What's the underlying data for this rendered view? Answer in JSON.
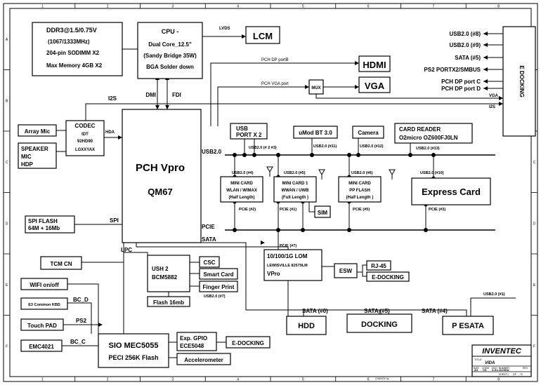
{
  "border": {
    "columns": [
      "1",
      "2",
      "3",
      "4",
      "5",
      "6",
      "7",
      "8"
    ],
    "rows": [
      "A",
      "B",
      "C",
      "D",
      "E",
      "F"
    ]
  },
  "blocks": {
    "ddr3": [
      "DDR3@1.5/0.75V",
      "(1067/1333MHz)",
      "204-pin SODIMM X2",
      "Max Memory 4GB X2"
    ],
    "cpu": [
      "CPU -",
      "Dual Core_12.5\"",
      "(Sandy Bridge 35W)",
      "BGA Solder down"
    ],
    "lcm": "LCM",
    "hdmi": "HDMI",
    "vga": "VGA",
    "mux": "MUX",
    "edocking_right": "E DOCKING",
    "codec": [
      "CODEC",
      "IDT",
      "92HD90",
      "LGXXYAX"
    ],
    "array_mic": "Array Mic",
    "speaker": [
      "SPEAKER",
      "MIC",
      "HDP"
    ],
    "pch": [
      "PCH Vpro",
      "QM67"
    ],
    "usb_port": [
      "USB",
      "PORT X 2"
    ],
    "umod_bt": "uMod BT 3.0",
    "camera": "Camera",
    "card_reader": [
      "CARD READER",
      "O2micro OZ600FJ0LN"
    ],
    "mini_card_wlan": [
      "MINI CARD",
      "WLAN / WIMAX",
      "(Half Length)"
    ],
    "mini_card_wwan": [
      "MINI CARD 1",
      "WWAN / UWB",
      "(Full Length )"
    ],
    "mini_card_pp": [
      "MINI CARD",
      "PP FLASH",
      "(Half Length )"
    ],
    "sim": "SIM",
    "express_card": "Express Card",
    "spi_flash": [
      "SPI  FLASH",
      "64M + 16Mb"
    ],
    "tcm": "TCM  CN",
    "lom": [
      "10/100/1G LOM",
      "LEWISVILLE 82579LM",
      "VPro"
    ],
    "esw": "ESW",
    "rj45": "RJ-45",
    "edocking_lom": "E-DOCKING",
    "ush": [
      "USH 2",
      "BCM5882"
    ],
    "csc": "CSC",
    "smart_card": "Smart Card",
    "finger_print": "Finger Print",
    "flash16": "Flash 16mb",
    "wifi": "WIFI on/off",
    "kbd": "E3 Common KBD",
    "touchpad": "Touch PAD",
    "emc": "EMC4021",
    "sio": [
      "SIO MEC5055",
      "PECI 256K Flash"
    ],
    "exp_gpio": [
      "Exp. GPIO",
      "ECE5048"
    ],
    "edocking_gpio": "E-DOCKING",
    "accelerometer": "Accelerometer",
    "hdd": "HDD",
    "docking": "DOCKING",
    "p_esata": "P ESATA"
  },
  "signals": {
    "lvds": "LVDS",
    "pch_dp_portb": "PCH DP portB",
    "pch_vga_port": "PCH VGA port",
    "dmi": "DMI",
    "fdi": "FDI",
    "i2s_left": "I2S",
    "i2s_right": "I2S",
    "vga_right": "VGA",
    "hda": "HDA",
    "usb20": "USB2.0",
    "pcie": "PCIE",
    "sata": "SATA",
    "spi": "SPI",
    "lpc": "LPC",
    "bc_d": "BC_D",
    "ps2": "PS2",
    "bc_c": "BC_C",
    "usb_2_3": "USB2.0 (# 2 #3)",
    "usb_11": "USB2.0 (#11)",
    "usb_12": "USB2.0 (#12)",
    "usb_13": "USB2.0 (#13)",
    "usb_4": "USB2.0 (#4)",
    "usb_5": "USB2.0 (#5)",
    "usb_6": "USB2.0 (#6)",
    "usb_10": "USB2.0 (#10)",
    "pcie_2": "PCIE (#2)",
    "pcie_1": "PCIE (#1)",
    "pcie_5": "PCIE (#5)",
    "pcie_3": "PCIE (#3)",
    "pcie_7": "PCIE (#7)",
    "usb_7": "USB2.0 (#7)",
    "usb_1": "USB2.0 (#1)",
    "sata_0": "SATA (#0)",
    "sata_5": "SATA (#5)",
    "sata_4": "SATA (#4)",
    "dock_usb8": "USB2.0 (#8)",
    "dock_usb9": "USB2.0 (#9)",
    "dock_sata5": "SATA (#5)",
    "dock_ps2": "PS2 PORTX2/SMBUS",
    "dock_dpc": "PCH DP port C",
    "dock_dpd": "PCH DP port D"
  },
  "title_block": {
    "company": "INVENTEC",
    "title_label": "TITLE",
    "title": "VIDA",
    "size_label": "SIZE",
    "size": "A3",
    "code_label": "CODE",
    "code": "CS",
    "doc_label": "DOC. NUMBER",
    "doc": "X-01-1015GA",
    "rev_label": "REV",
    "sheet_label": "SHEET",
    "sheet": "1",
    "of_label": "OF",
    "of": "70",
    "changed_by": "CHANGE by"
  }
}
